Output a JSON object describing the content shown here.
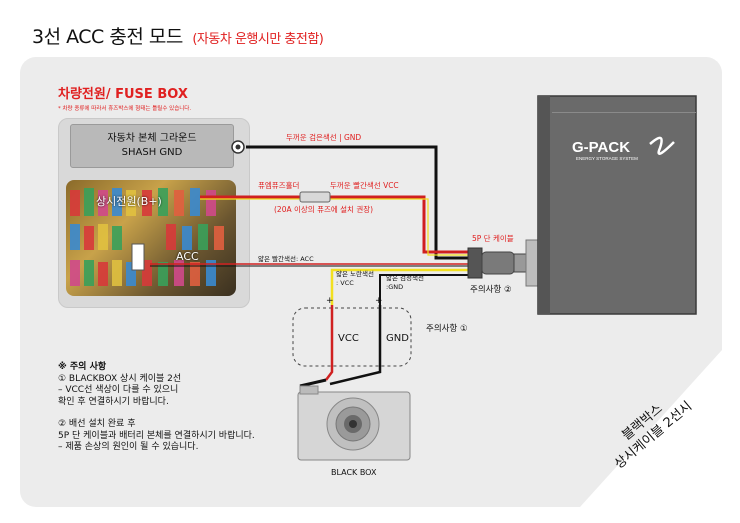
{
  "title": {
    "main": "3선 ACC 충전 모드",
    "sub": "(자동차 운행시만 충전함)"
  },
  "fuse_section": {
    "title": "차량전원/ FUSE BOX",
    "note": "* 차량 종류에 따라서 휴즈박스에 형태는 틀릴수 있습니다.",
    "gnd_box_line1": "자동차 본체 그라운드",
    "gnd_box_line2": "SHASH GND",
    "constant_label": "상시전원(B+)",
    "acc_label": "ACC"
  },
  "wire_labels": {
    "gnd": "두꺼운 검은색선 | GND",
    "fuse_holder": "퓨엠퓨즈홀더",
    "vcc": "두꺼운 빨간색선 VCC",
    "fuse_rating": "(20A 이상의 퓨즈에 설치 권장)",
    "acc": "얇은 빨간색선: ACC",
    "cable": "5P 단 케이블",
    "caution2": "주의사항 ②",
    "yellow_line1": "얇은 노란색선",
    "yellow_line2": ": VCC",
    "black_line1": "얇은 검정색선",
    "black_line2": ":GND",
    "caution1": "주의사항 ①",
    "vcc_term": "VCC",
    "gnd_term": "GND",
    "plus": "+"
  },
  "device": {
    "brand": "G-PACK",
    "tagline": "ENERGY STORAGE SYSTEM",
    "blackbox": "BLACK BOX"
  },
  "notes": {
    "heading": "※ 주의 사항",
    "n1": "① BLACKBOX 상시 케이블 2선",
    "n1a": "– VCC선 색상이 다를 수 있으니",
    "n1b": "  확인 후 연결하시기 바랍니다.",
    "n2": "② 배선 설치 완료 후",
    "n2a": "  5P 단 케이블과 배터리 본체를 연결하시기 바랍니다.",
    "n2b": "– 제품 손상의 원인이 될 수 있습니다."
  },
  "corner_tag": {
    "line1": "블랙박스",
    "line2": "상시케이블 2선시"
  },
  "colors": {
    "red": "#e02020",
    "wire_black": "#111111",
    "wire_yellow": "#f2e020",
    "device_gray": "#6e6e6e",
    "panel": "#ececec"
  }
}
